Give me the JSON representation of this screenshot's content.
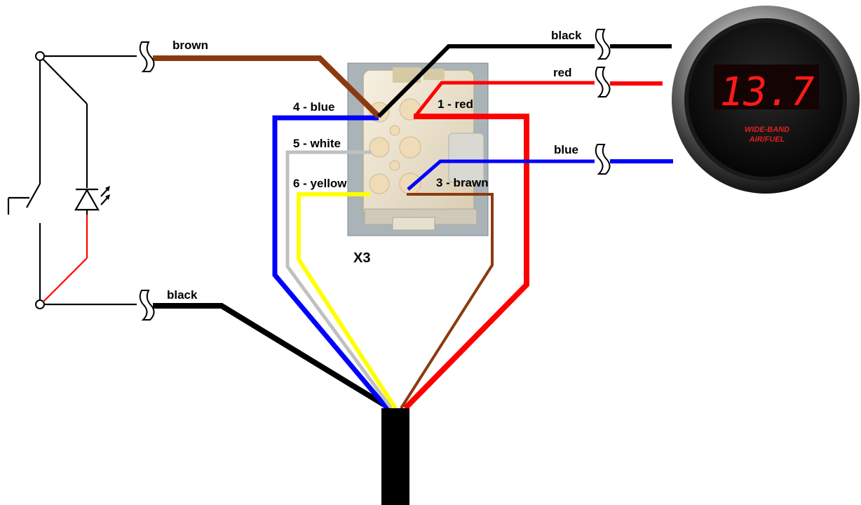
{
  "labels": {
    "brown": "brown",
    "black_left": "black",
    "black_top": "black",
    "red_top": "red",
    "blue_top": "blue",
    "pin4": "4 - blue",
    "pin5": "5 - white",
    "pin6": "6 - yellow",
    "pin1": "1 - red",
    "pin3": "3 - brawn",
    "connector": "X3"
  },
  "gauge": {
    "reading": "13.7",
    "caption_line1": "WIDE-BAND",
    "caption_line2": "AIR/FUEL"
  },
  "colors": {
    "brown": "#8b3a0f",
    "black": "#000000",
    "red": "#ff0000",
    "blue": "#0000ff",
    "white_wire": "#c0c0c0",
    "yellow": "#ffff00",
    "gauge_digits": "#ff1a1a",
    "connector_bg": "#aab4b8"
  }
}
